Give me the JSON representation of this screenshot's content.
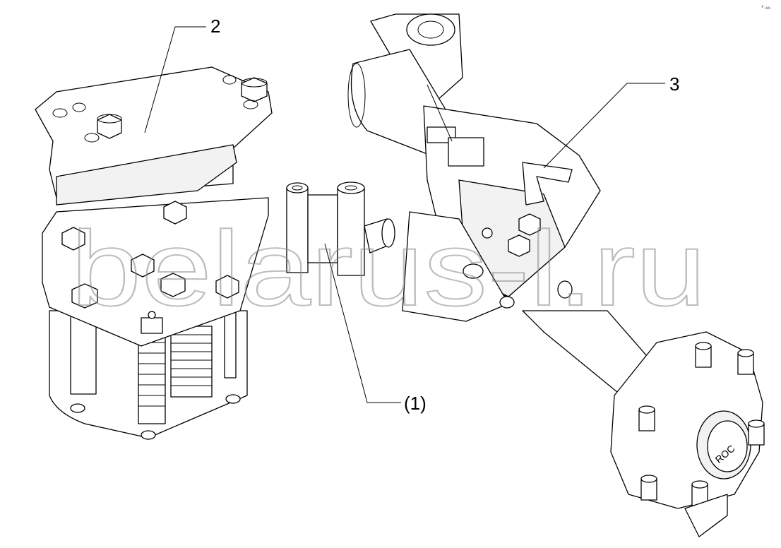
{
  "callouts": {
    "label_2": "2",
    "label_3": "3",
    "label_1": "(1)"
  },
  "hub_text": "ROC",
  "watermark": "belarus-l.ru",
  "corner_mark": "*·∞"
}
